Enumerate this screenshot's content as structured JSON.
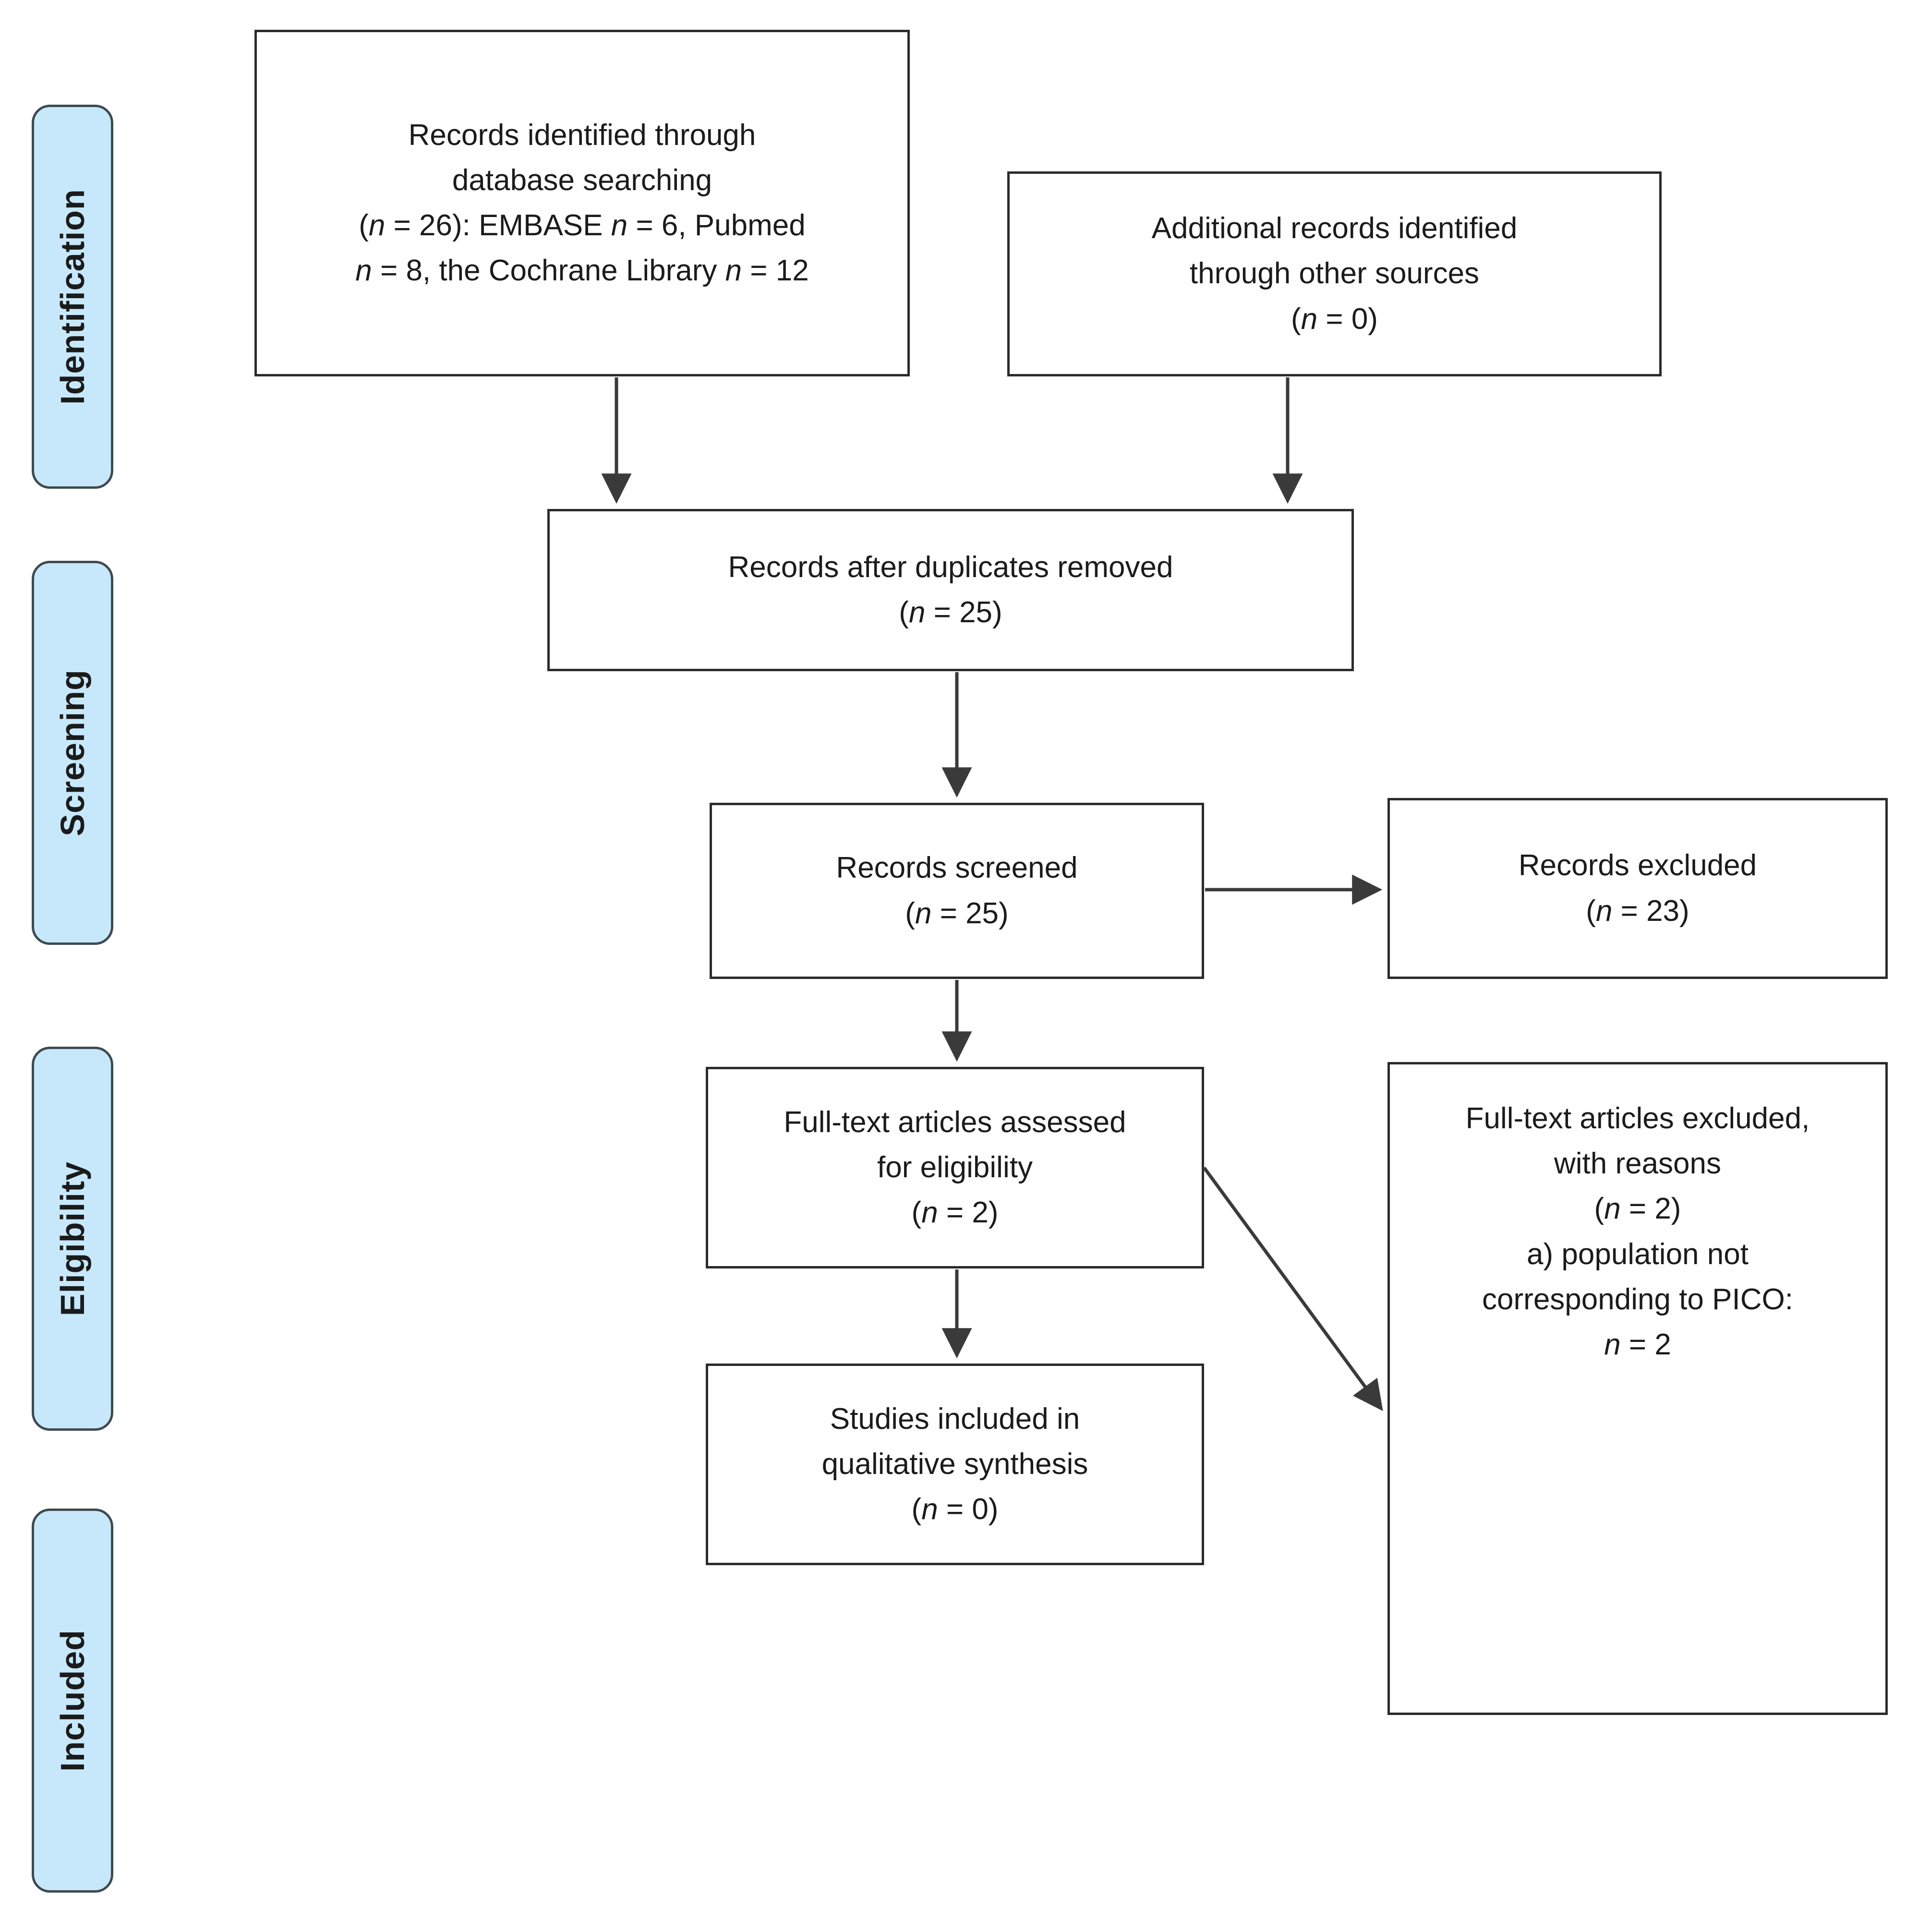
{
  "diagram": {
    "type": "prisma-flow-diagram",
    "stages": [
      {
        "id": "identification",
        "label": "Identification"
      },
      {
        "id": "screening",
        "label": "Screening"
      },
      {
        "id": "eligibility",
        "label": "Eligibility"
      },
      {
        "id": "included",
        "label": "Included"
      }
    ],
    "colors": {
      "stage_fill": "#c7e8fb",
      "stage_border": "#3f4a4f",
      "box_border": "#2b2b2b",
      "text": "#1b1b1b",
      "background": "#ffffff"
    },
    "boxes": {
      "database_records": {
        "name": "Records identified through database searching",
        "lines": [
          "Records identified through",
          "database searching",
          "(n = 26): EMBASE n = 6, Pubmed",
          "n = 8, the Cochrane Library n = 12"
        ],
        "count": 26,
        "sources": [
          {
            "name": "EMBASE",
            "n": 6
          },
          {
            "name": "Pubmed",
            "n": 8
          },
          {
            "name": "the Cochrane Library",
            "n": 12
          }
        ]
      },
      "other_records": {
        "name": "Additional records identified through other sources",
        "lines": [
          "Additional records identified",
          "through other sources",
          "(n = 0)"
        ],
        "count": 0
      },
      "after_duplicates": {
        "name": "Records after duplicates removed",
        "lines": [
          "Records after duplicates removed",
          "(n = 25)"
        ],
        "count": 25
      },
      "records_screened": {
        "name": "Records screened",
        "lines": [
          "Records screened",
          "(n = 25)"
        ],
        "count": 25
      },
      "records_excluded": {
        "name": "Records excluded",
        "lines": [
          "Records excluded",
          "(n = 23)"
        ],
        "count": 23
      },
      "fulltext_assessed": {
        "name": "Full-text articles assessed for eligibility",
        "lines": [
          "Full-text articles assessed",
          "for eligibility",
          "(n = 2)"
        ],
        "count": 2
      },
      "fulltext_excluded": {
        "name": "Full-text articles excluded, with reasons",
        "lines": [
          "Full-text articles excluded,",
          "with reasons",
          "(n = 2)",
          "a) population not",
          "corresponding to PICO:",
          "n = 2"
        ],
        "count": 2,
        "reasons": [
          {
            "label": "a) population not corresponding to PICO:",
            "n": 2
          }
        ]
      },
      "included_qualitative": {
        "name": "Studies included in qualitative synthesis",
        "lines": [
          "Studies included in",
          "qualitative synthesis",
          "(n = 0)"
        ],
        "count": 0
      }
    }
  }
}
